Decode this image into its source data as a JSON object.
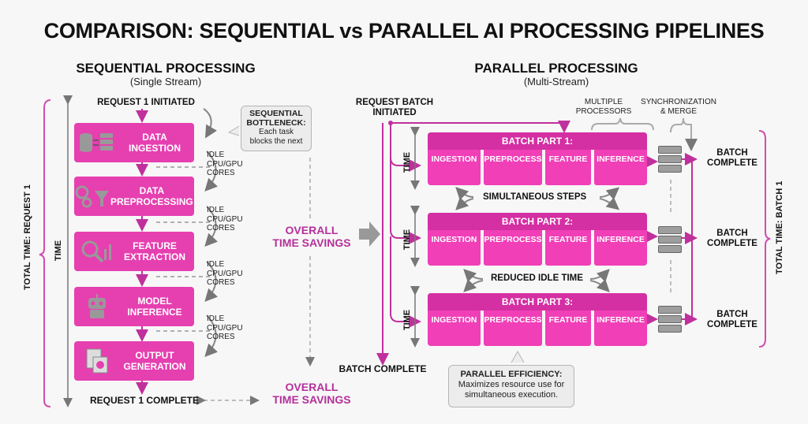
{
  "title": "COMPARISON: SEQUENTIAL vs PARALLEL AI PROCESSING PIPELINES",
  "colors": {
    "accent": "#e63fb0",
    "accent_dark": "#d42fa3",
    "savings_text": "#b5309a",
    "gray": "#8a8a8a"
  },
  "sequential": {
    "title": "SEQUENTIAL PROCESSING",
    "subtitle": "(Single Stream)",
    "start_label": "REQUEST 1 INITIATED",
    "end_label": "REQUEST 1 COMPLETE",
    "time_axis": "TIME",
    "total_time": "TOTAL TIME: REQUEST 1",
    "steps": [
      {
        "icon": "database-server-icon",
        "line1": "DATA",
        "line2": "INGESTION"
      },
      {
        "icon": "gears-funnel-icon",
        "line1": "DATA",
        "line2": "PREPROCESSING"
      },
      {
        "icon": "magnifier-chart-icon",
        "line1": "FEATURE",
        "line2": "EXTRACTION"
      },
      {
        "icon": "robot-icon",
        "line1": "MODEL",
        "line2": "INFERENCE"
      },
      {
        "icon": "document-chart-icon",
        "line1": "OUTPUT",
        "line2": "GENERATION"
      }
    ],
    "idle": {
      "l1": "IDLE",
      "l2": "CPU/GPU",
      "l3": "CORES"
    },
    "bottleneck": {
      "title1": "SEQUENTIAL",
      "title2": "BOTTLENECK:",
      "body1": "Each task",
      "body2": "blocks the next"
    }
  },
  "savings": {
    "line1": "OVERALL",
    "line2": "TIME SAVINGS"
  },
  "parallel": {
    "title": "PARALLEL PROCESSING",
    "subtitle": "(Multi-Stream)",
    "start_label1": "REQUEST BATCH",
    "start_label2": "INITIATED",
    "end_label": "BATCH COMPLETE",
    "multiple_processors1": "MULTIPLE",
    "multiple_processors2": "PROCESSORS",
    "sync1": "SYNCHRONIZATION",
    "sync2": "& MERGE",
    "time_axis": "TIME",
    "total_time": "TOTAL TIME: BATCH 1",
    "batches": [
      {
        "title": "BATCH PART 1:",
        "cells": [
          "INGESTION",
          "PREPROCESS",
          "FEATURE",
          "INFERENCE"
        ],
        "done1": "BATCH",
        "done2": "COMPLETE"
      },
      {
        "title": "BATCH PART 2:",
        "cells": [
          "INGESTION",
          "PREPROCESS",
          "FEATURE",
          "INFERENCE"
        ],
        "done1": "BATCH",
        "done2": "COMPLETE"
      },
      {
        "title": "BATCH PART 3:",
        "cells": [
          "INGESTION",
          "PREPROCESS",
          "FEATURE",
          "INFERENCE"
        ],
        "done1": "BATCH",
        "done2": "COMPLETE"
      }
    ],
    "simultaneous": "SIMULTANEOUS STEPS",
    "reduced_idle": "REDUCED IDLE TIME",
    "efficiency": {
      "title": "PARALLEL EFFICIENCY:",
      "body1": "Maximizes resource use for",
      "body2": "simultaneous execution."
    }
  }
}
